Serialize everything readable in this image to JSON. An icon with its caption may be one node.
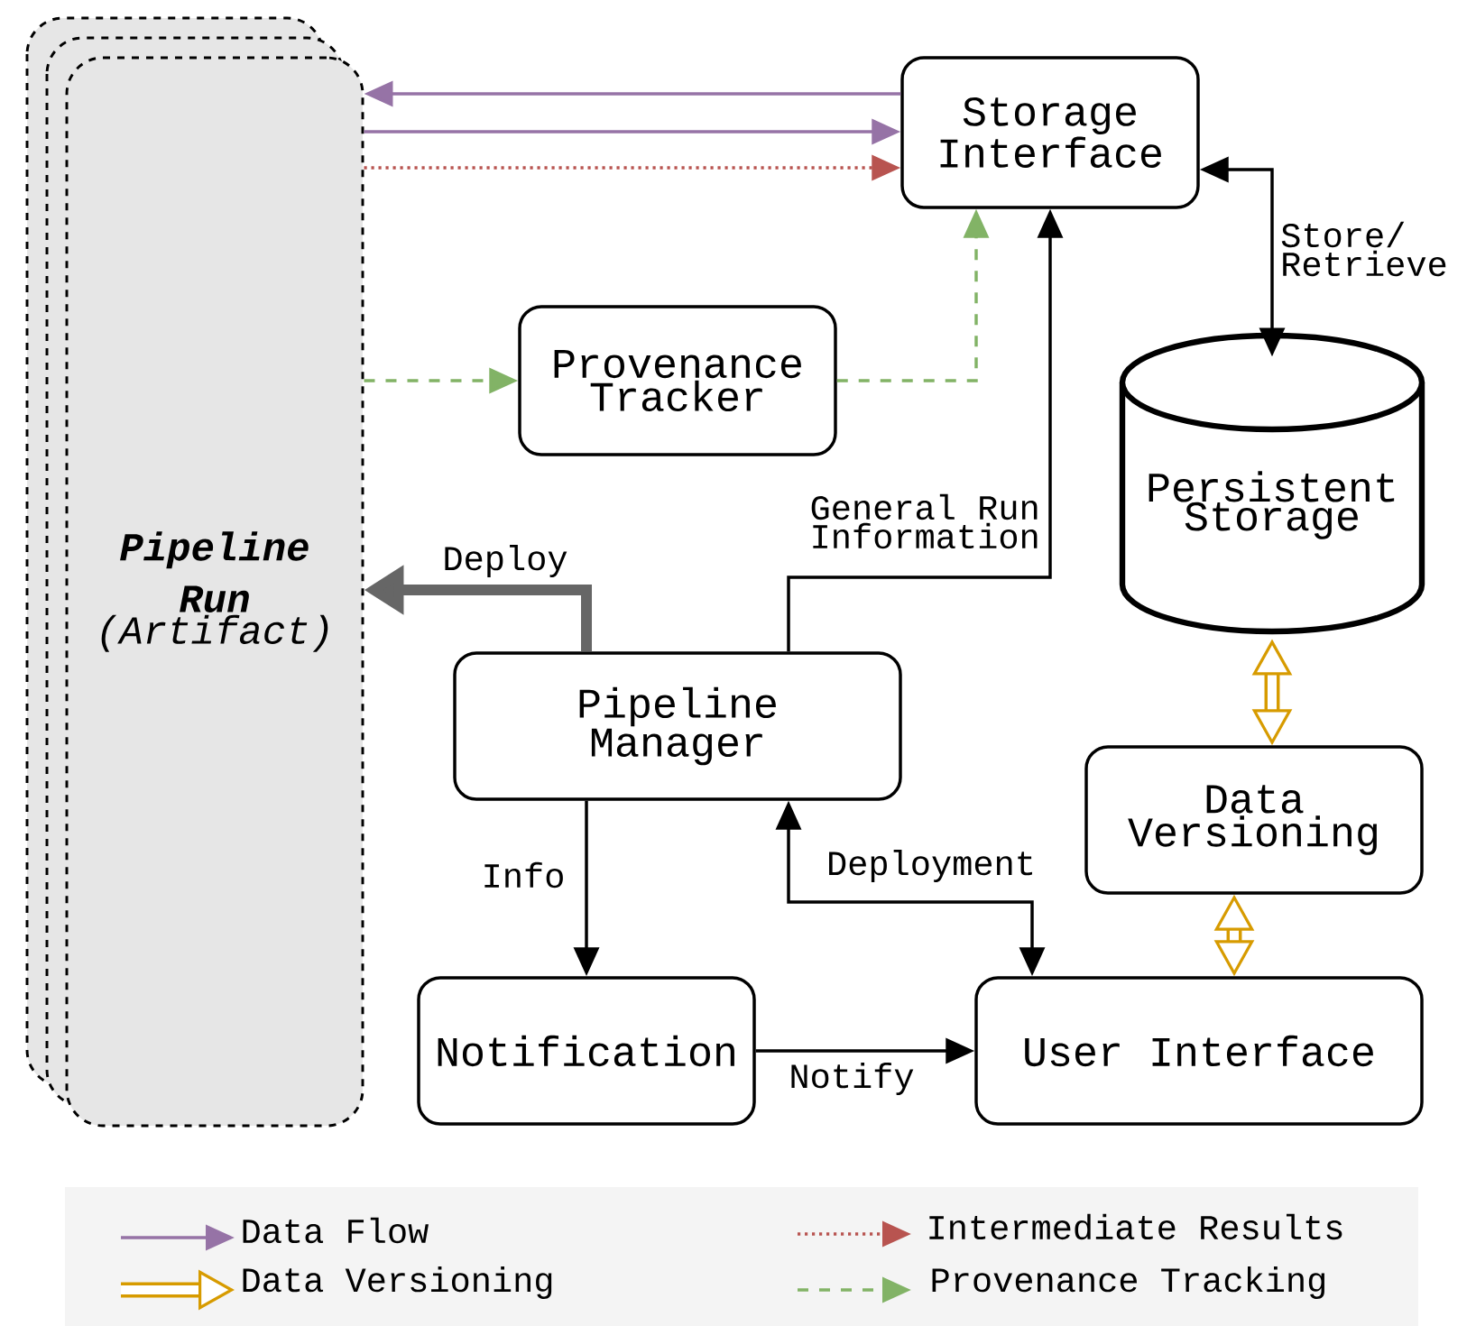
{
  "diagram": {
    "nodes": [
      {
        "text": [
          "Pipeline Run",
          "(Artifact)"
        ]
      },
      {
        "text": [
          "Storage Interface"
        ]
      },
      {
        "text": [
          "Provenance Tracker"
        ]
      },
      {
        "text": [
          "Persistent Storage"
        ]
      },
      {
        "text": [
          "Pipeline Manager"
        ]
      },
      {
        "text": [
          "Data Versioning"
        ]
      },
      {
        "text": [
          "Notification"
        ]
      },
      {
        "text": [
          "User Interface"
        ]
      }
    ],
    "edges": [
      {
        "from": 1,
        "to": 0,
        "arrow": "to",
        "color": "#9673a6"
      },
      {
        "from": 0,
        "to": 1,
        "arrow": "to",
        "color": "#9673a6"
      },
      {
        "from": 0,
        "to": 1,
        "arrow": "to",
        "style": "dashed",
        "color": "#b85450"
      },
      {
        "from": 0,
        "to": 2,
        "arrow": "to",
        "style": "dashed",
        "color": "#82b366"
      },
      {
        "from": 2,
        "to": 1,
        "arrow": "to",
        "style": "dashed",
        "color": "#82b366"
      },
      {
        "from": 4,
        "to": 0,
        "arrow": "to",
        "label": "Deploy",
        "style": "thick",
        "color": "#666666"
      },
      {
        "from": 4,
        "to": 1,
        "arrow": "to",
        "label": "General Run Information"
      },
      {
        "from": 1,
        "to": 3,
        "arrow": "both",
        "label": "Store/ Retrieve"
      },
      {
        "from": 3,
        "to": 5,
        "arrow": "both",
        "style": "thick",
        "color": "#d79b00"
      },
      {
        "from": 5,
        "to": 7,
        "arrow": "both",
        "style": "thick",
        "color": "#d79b00"
      },
      {
        "from": 4,
        "to": 6,
        "arrow": "to",
        "label": "Info"
      },
      {
        "from": 4,
        "to": 7,
        "arrow": "both",
        "label": "Deployment"
      },
      {
        "from": 6,
        "to": 7,
        "arrow": "to",
        "label": "Notify"
      }
    ],
    "legend": [
      {
        "text": "Data Flow",
        "color": "#9673a6"
      },
      {
        "text": "Data Versioning",
        "color": "#d79b00"
      },
      {
        "text": "Intermediate Results",
        "color": "#b85450"
      },
      {
        "text": "Provenance Tracking",
        "color": "#82b366"
      }
    ]
  }
}
